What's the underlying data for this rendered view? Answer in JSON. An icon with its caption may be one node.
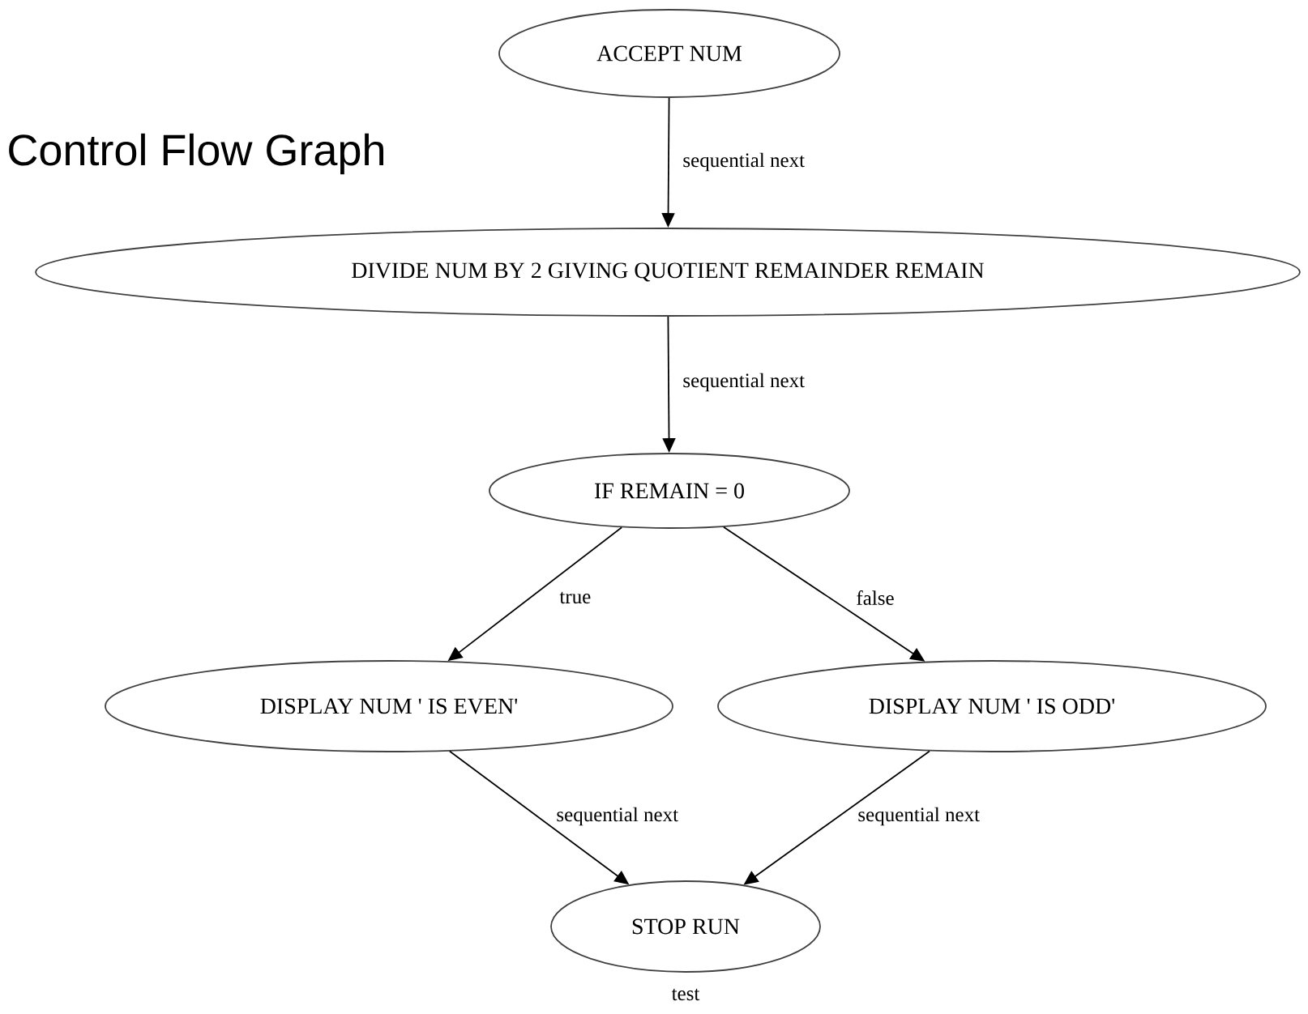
{
  "diagram": {
    "title": "Control Flow Graph",
    "caption": "test",
    "nodes": [
      {
        "text": [
          "ACCEPT NUM"
        ]
      },
      {
        "text": [
          "DIVIDE NUM BY 2 GIVING QUOTIENT REMAINDER REMAIN"
        ]
      },
      {
        "text": [
          "IF REMAIN = 0"
        ]
      },
      {
        "text": [
          "DISPLAY NUM ' IS EVEN'"
        ]
      },
      {
        "text": [
          "DISPLAY NUM ' IS ODD'"
        ]
      },
      {
        "text": [
          "STOP RUN"
        ]
      }
    ],
    "edges": [
      {
        "from": 0,
        "to": 1,
        "arrow": "to",
        "label": "sequential next"
      },
      {
        "from": 1,
        "to": 2,
        "arrow": "to",
        "label": "sequential next"
      },
      {
        "from": 2,
        "to": 3,
        "arrow": "to",
        "label": "true"
      },
      {
        "from": 2,
        "to": 4,
        "arrow": "to",
        "label": "false"
      },
      {
        "from": 3,
        "to": 5,
        "arrow": "to",
        "label": "sequential next"
      },
      {
        "from": 4,
        "to": 5,
        "arrow": "to",
        "label": "sequential next"
      }
    ]
  }
}
